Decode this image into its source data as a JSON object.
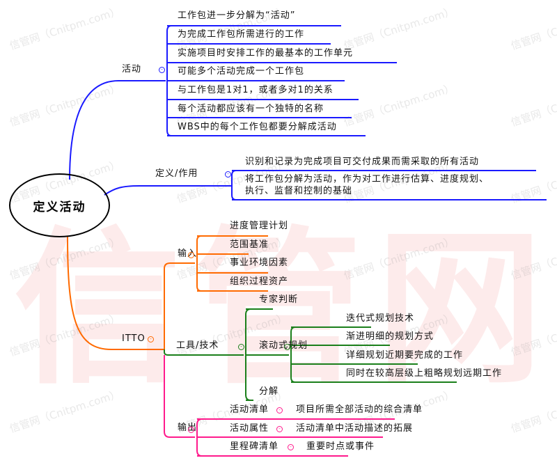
{
  "watermark": {
    "big": "信管网",
    "small": "信管网（Cnitpm.com）"
  },
  "colors": {
    "blue": "#1a1aff",
    "orange": "#ff6a00",
    "green": "#1a7f1a",
    "pink": "#ff1a8c"
  },
  "root": "定义活动",
  "activity": {
    "label": "活动",
    "items": [
      "工作包进一步分解为“活动”",
      "为完成工作包所需进行的工作",
      "实施项目时安排工作的最基本的工作单元",
      "可能多个活动完成一个工作包",
      "与工作包是1对1，或者多对1的关系",
      "每个活动都应该有一个独特的名称",
      "WBS中的每个工作包都要分解成活动"
    ]
  },
  "definition": {
    "label": "定义/作用",
    "items": [
      "识别和记录为完成项目可交付成果而需采取的所有活动",
      "将工作包分解为活动，作为对工作进行估算、进度规划、",
      "执行、监督和控制的基础"
    ]
  },
  "itto": {
    "label": "ITTO",
    "inputs": {
      "label": "输入",
      "items": [
        "进度管理计划",
        "范围基准",
        "事业环境因素",
        "组织过程资产"
      ]
    },
    "tools": {
      "label": "工具/技术",
      "expert": "专家判断",
      "rolling": {
        "label": "滚动式规划",
        "items": [
          "迭代式规划技术",
          "渐进明细的规划方式",
          "详细规划近期要完成的工作",
          "同时在较高层级上粗略规划远期工作"
        ]
      },
      "decomp": "分解"
    },
    "outputs": {
      "label": "输出",
      "items": [
        {
          "name": "活动清单",
          "desc": "项目所需全部活动的综合清单"
        },
        {
          "name": "活动属性",
          "desc": "活动清单中活动描述的拓展"
        },
        {
          "name": "里程碑清单",
          "desc": "重要时点或事件"
        }
      ]
    }
  }
}
